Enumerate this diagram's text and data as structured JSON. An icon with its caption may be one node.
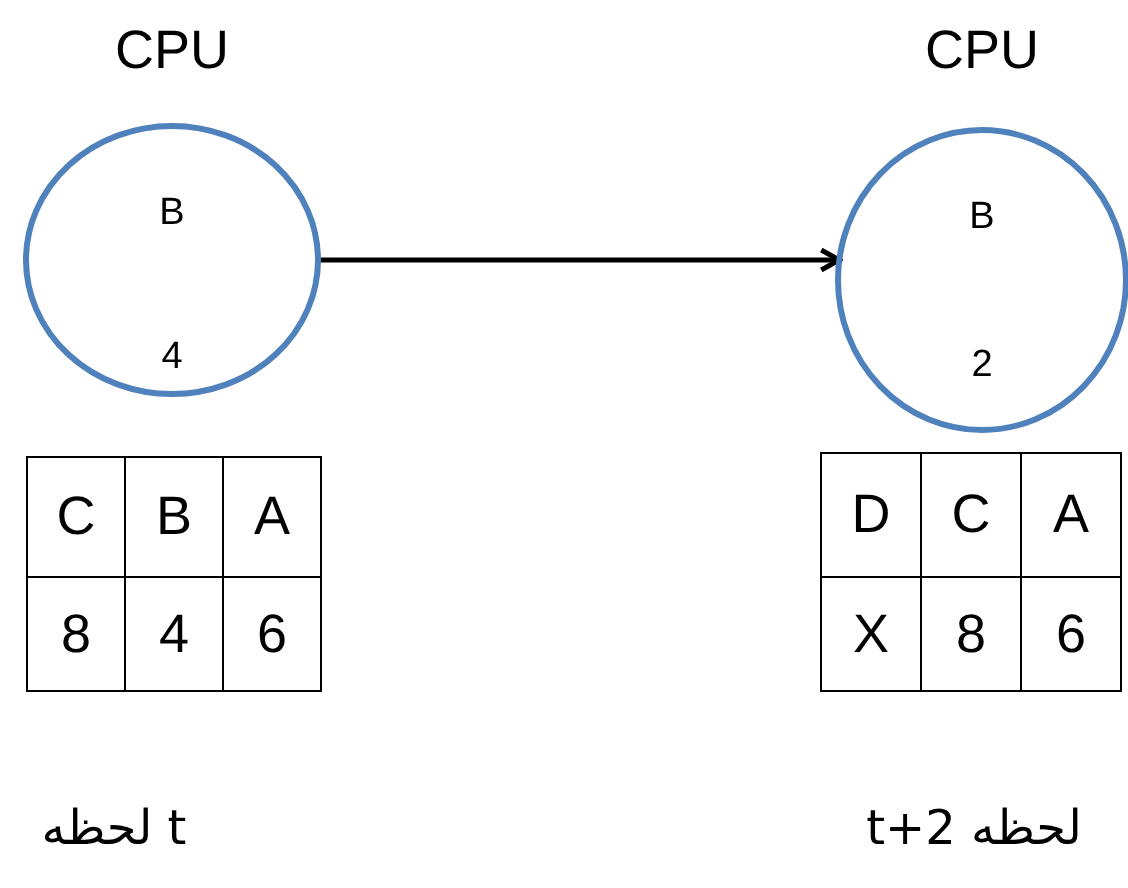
{
  "diagram": {
    "nodes": [
      {
        "text": [
          "CPU",
          "B",
          "4"
        ]
      },
      {
        "text": [
          "CPU",
          "B",
          "2"
        ]
      }
    ],
    "edges": [
      {
        "from": 0,
        "to": 1,
        "arrow": "to"
      }
    ],
    "labels": [
      "C",
      "B",
      "A",
      "8",
      "4",
      "6",
      "D",
      "C",
      "A",
      "X",
      "8",
      "6",
      "لحظه t",
      "t+2 لحظه"
    ]
  }
}
